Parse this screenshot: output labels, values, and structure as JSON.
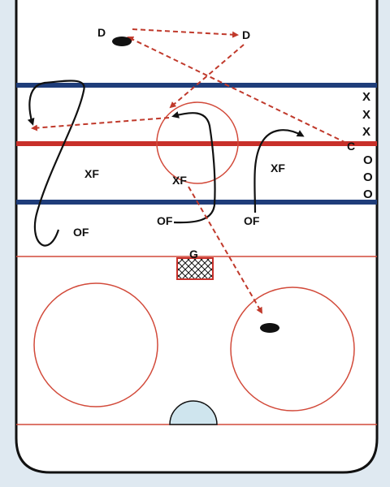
{
  "colors": {
    "ice": "#ffffff",
    "board": "#111111",
    "blue_line": "#1f3d7a",
    "red_line": "#c8302a",
    "thin_red": "#d24a3a",
    "pass_arrow": "#c0392b",
    "skate_path": "#111111",
    "crease": "#cfe5ee"
  },
  "labels": {
    "d1": "D",
    "d2": "D",
    "xf1": "XF",
    "xf2": "XF",
    "xf3": "XF",
    "of1": "OF",
    "of2": "OF",
    "of3": "OF",
    "goalie": "G",
    "coach": "C",
    "x_line": [
      "X",
      "X",
      "X"
    ],
    "o_line": [
      "O",
      "O",
      "O"
    ]
  },
  "icons": {
    "puck": "puck-icon",
    "net": "goal-net-icon"
  }
}
